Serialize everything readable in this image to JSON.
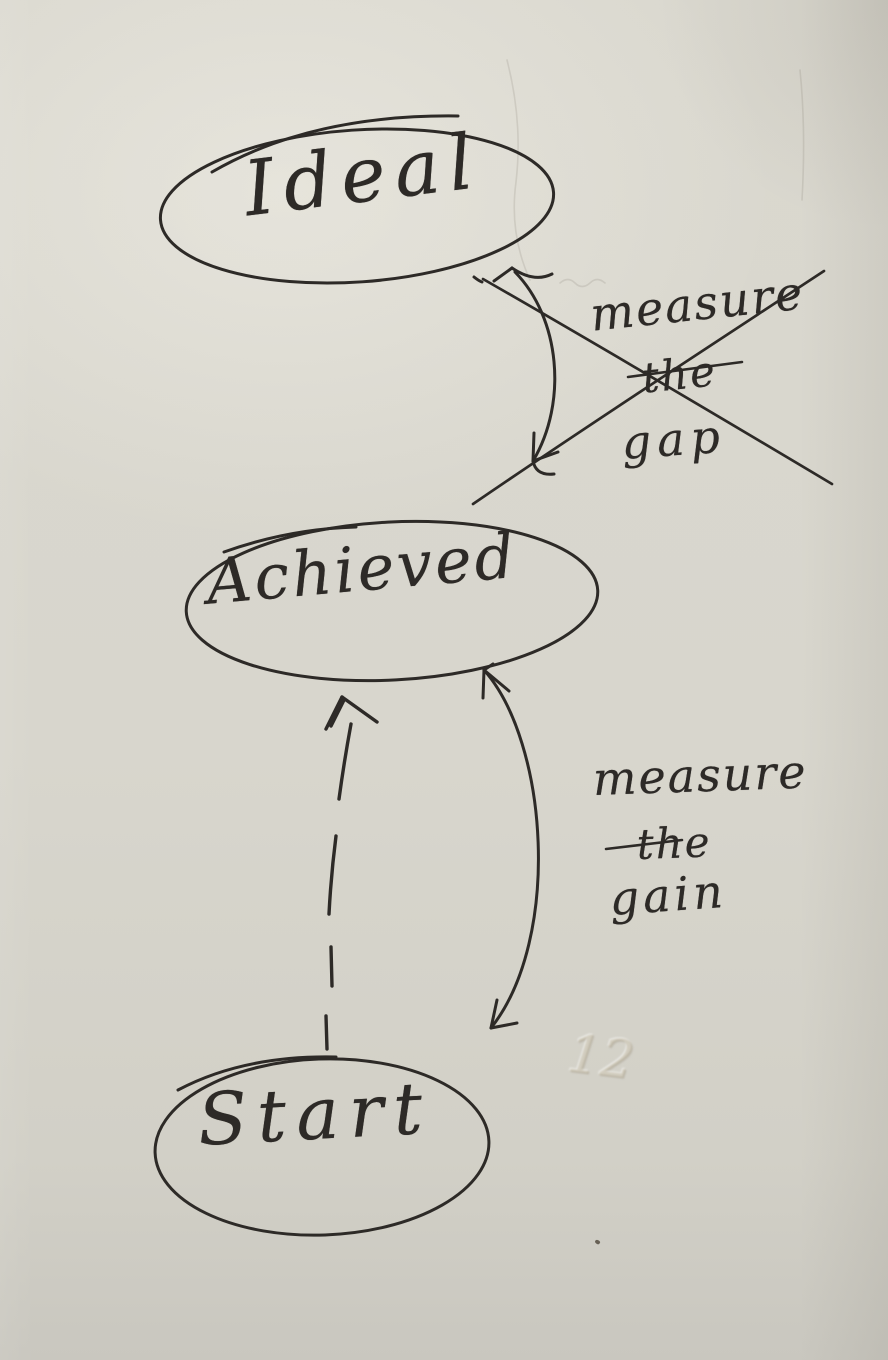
{
  "colors": {
    "paper": "#d8d6cd",
    "ink": "#2d2a27",
    "bottom_shadow": "#c9c7bf"
  },
  "nodes": {
    "ideal": {
      "label": "Ideal",
      "shape": "ellipse"
    },
    "achieved": {
      "label": "Achieved",
      "shape": "ellipse"
    },
    "start": {
      "label": "Start",
      "shape": "ellipse"
    }
  },
  "annotations": {
    "gap": {
      "word1": "measure",
      "word2": "the",
      "word3": "gap",
      "crossed_out": true
    },
    "gain": {
      "word1": "measure",
      "word2": "the",
      "word3": "gain",
      "crossed_out": false
    }
  },
  "edges": [
    {
      "from": "Ideal",
      "to": "Achieved",
      "style": "curved double-headed arrow",
      "label": "measure the gap",
      "crossed_out": true
    },
    {
      "from": "Start",
      "to": "Achieved",
      "style": "dashed arrow, single head pointing up",
      "label": ""
    },
    {
      "from": "Achieved",
      "to": "Start",
      "style": "curved double-headed arrow",
      "label": "measure the gain",
      "crossed_out": false
    }
  ],
  "paper": {
    "residue_mark": "12"
  }
}
